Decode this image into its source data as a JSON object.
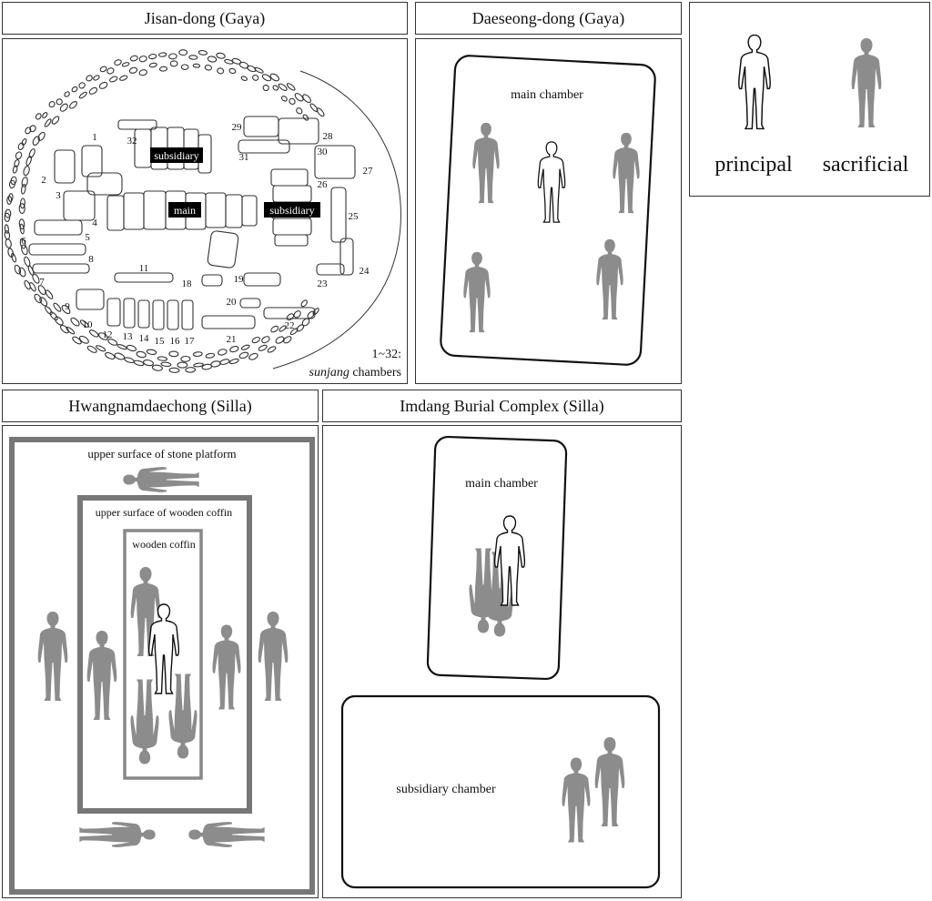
{
  "panels": {
    "jisan": {
      "title": "Jisan-dong (Gaya)",
      "labels": {
        "subsidiary_a": "subsidiary",
        "main": "main",
        "subsidiary_b": "subsidiary"
      },
      "note_range": "1~32:",
      "note_term": "sunjang",
      "note_rest": " chambers",
      "numbers": [
        "1",
        "2",
        "3",
        "4",
        "5",
        "6",
        "7",
        "8",
        "9",
        "10",
        "11",
        "12",
        "13",
        "14",
        "15",
        "16",
        "17",
        "18",
        "19",
        "20",
        "21",
        "22",
        "23",
        "24",
        "25",
        "26",
        "27",
        "28",
        "29",
        "30",
        "31",
        "32"
      ]
    },
    "daeseong": {
      "title": "Daeseong-dong (Gaya)",
      "chamber_label": "main chamber"
    },
    "legend": {
      "principal": "principal",
      "sacrificial": "sacrificial"
    },
    "hwangnam": {
      "title": "Hwangnamdaechong (Silla)",
      "outer_label": "upper surface of stone platform",
      "middle_label": "upper surface of wooden coffin",
      "inner_label": "wooden coffin"
    },
    "imdang": {
      "title": "Imdang Burial Complex (Silla)",
      "main_label": "main chamber",
      "sub_label": "subsidiary chamber"
    }
  },
  "colors": {
    "sacrificial_fill": "#8c8c8c",
    "principal_stroke": "#111111",
    "frame_gray": "#777777"
  }
}
